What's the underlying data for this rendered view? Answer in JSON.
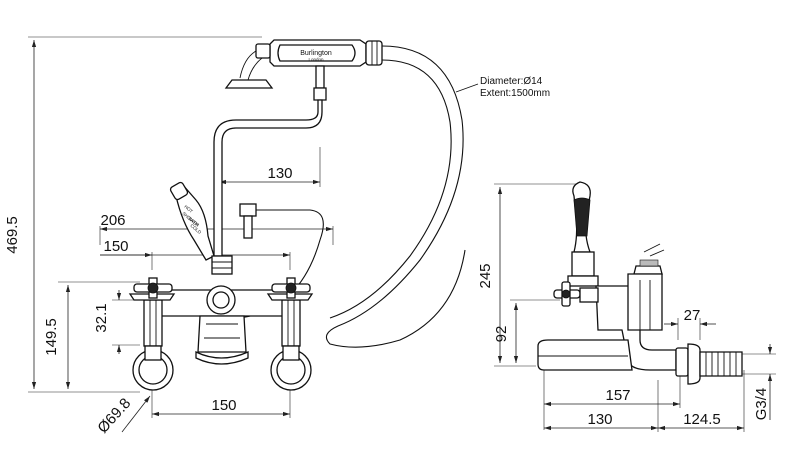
{
  "handset_brand": "Burlington",
  "handset_brand_sub": "London",
  "lever_words": [
    "HOT",
    "SHOWER",
    "BATH",
    "COLD"
  ],
  "hose_spec": {
    "diameter": "Diameter:Ø14",
    "extent": "Extent:1500mm"
  },
  "front_view": {
    "height_total": "469.5",
    "width_206": "206",
    "width_150_top": "150",
    "offset_130": "130",
    "height_149_5": "149.5",
    "height_32_1": "32.1",
    "width_150_bottom": "150",
    "diameter_69_8": "Ø69.8"
  },
  "side_view": {
    "height_245": "245",
    "height_92": "92",
    "width_27": "27",
    "width_157": "157",
    "width_130": "130",
    "width_124_5": "124.5",
    "thread_g3_4": "G3/4"
  }
}
